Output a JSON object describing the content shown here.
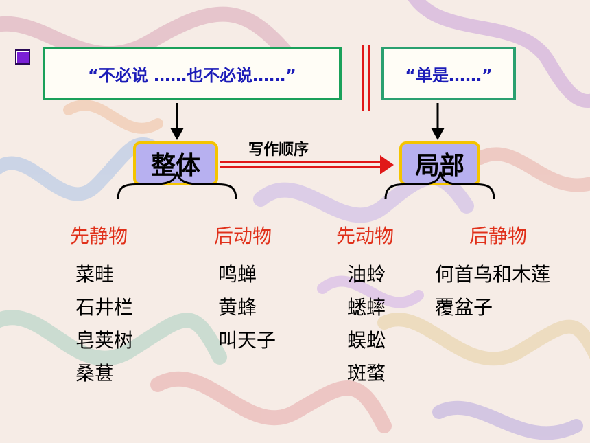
{
  "top_left_box": {
    "text": "“不必说 ……也不必说……”"
  },
  "top_right_box": {
    "text": "“单是……”"
  },
  "label_whole": "整体",
  "label_part": "局部",
  "arrow_label": "写作顺序",
  "categories": [
    {
      "title": "先静物",
      "items": [
        "菜畦",
        "石井栏",
        "皂荚树",
        "桑葚"
      ]
    },
    {
      "title": "后动物",
      "items": [
        "鸣蝉",
        "黄蜂",
        "叫天子"
      ]
    },
    {
      "title": "先动物",
      "items": [
        "油蛉",
        "蟋蟀",
        "蜈蚣",
        "斑蝥"
      ]
    },
    {
      "title": "后静物",
      "items": [
        "何首乌和木莲",
        "覆盆子"
      ]
    }
  ],
  "colors": {
    "box_border": "#1aa05a",
    "box_text": "#1c1cb8",
    "category_red": "#e0301a",
    "tag_fill": "#b7b0f0",
    "tag_border": "#f4c400",
    "arrow_red": "#e01818"
  }
}
